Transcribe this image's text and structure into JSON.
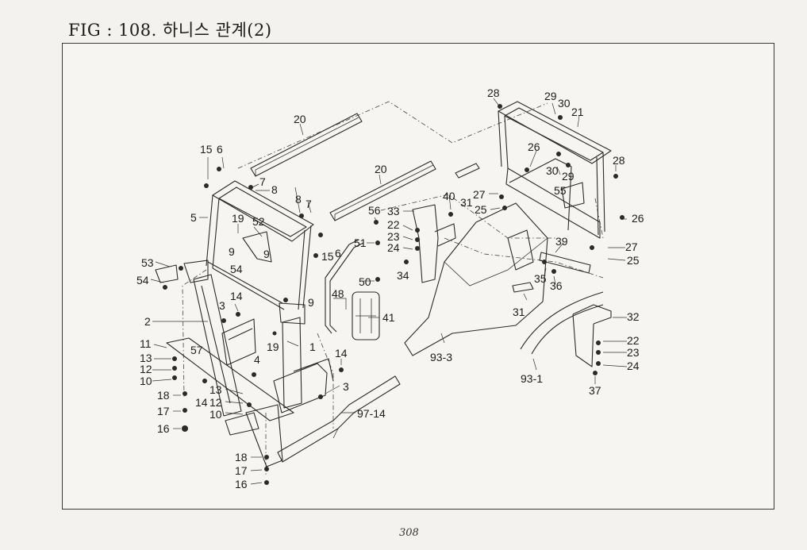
{
  "header": {
    "title": "FIG : 108. 하니스 관계(2)"
  },
  "footer": {
    "page_number": "308"
  },
  "callouts": [
    {
      "id": "c1",
      "text": "20"
    },
    {
      "id": "c2",
      "text": "20"
    },
    {
      "id": "c3",
      "text": "15"
    },
    {
      "id": "c4",
      "text": "6"
    },
    {
      "id": "c5",
      "text": "7"
    },
    {
      "id": "c6",
      "text": "8"
    },
    {
      "id": "c7",
      "text": "8"
    },
    {
      "id": "c8",
      "text": "7"
    },
    {
      "id": "c9",
      "text": "5"
    },
    {
      "id": "c10",
      "text": "19"
    },
    {
      "id": "c11",
      "text": "52"
    },
    {
      "id": "c12",
      "text": "9"
    },
    {
      "id": "c13",
      "text": "9"
    },
    {
      "id": "c14",
      "text": "54"
    },
    {
      "id": "c15",
      "text": "53"
    },
    {
      "id": "c16",
      "text": "54"
    },
    {
      "id": "c17",
      "text": "56"
    },
    {
      "id": "c18",
      "text": "51"
    },
    {
      "id": "c19",
      "text": "15"
    },
    {
      "id": "c20",
      "text": "6"
    },
    {
      "id": "c21",
      "text": "50"
    },
    {
      "id": "c22",
      "text": "48"
    },
    {
      "id": "c23",
      "text": "41"
    },
    {
      "id": "c24",
      "text": "9"
    },
    {
      "id": "c25",
      "text": "14"
    },
    {
      "id": "c26",
      "text": "3"
    },
    {
      "id": "c27",
      "text": "2"
    },
    {
      "id": "c28",
      "text": "11"
    },
    {
      "id": "c29",
      "text": "57"
    },
    {
      "id": "c30",
      "text": "13"
    },
    {
      "id": "c31",
      "text": "12"
    },
    {
      "id": "c32",
      "text": "10"
    },
    {
      "id": "c33",
      "text": "19"
    },
    {
      "id": "c34",
      "text": "1"
    },
    {
      "id": "c35",
      "text": "4"
    },
    {
      "id": "c36",
      "text": "14"
    },
    {
      "id": "c37",
      "text": "3"
    },
    {
      "id": "c38",
      "text": "18"
    },
    {
      "id": "c39",
      "text": "14"
    },
    {
      "id": "c40",
      "text": "13"
    },
    {
      "id": "c41",
      "text": "12"
    },
    {
      "id": "c42",
      "text": "10"
    },
    {
      "id": "c43",
      "text": "17"
    },
    {
      "id": "c44",
      "text": "16"
    },
    {
      "id": "c45",
      "text": "97-14"
    },
    {
      "id": "c46",
      "text": "18"
    },
    {
      "id": "c47",
      "text": "17"
    },
    {
      "id": "c48",
      "text": "16"
    },
    {
      "id": "c49",
      "text": "33"
    },
    {
      "id": "c50",
      "text": "22"
    },
    {
      "id": "c51",
      "text": "23"
    },
    {
      "id": "c52",
      "text": "24"
    },
    {
      "id": "c53",
      "text": "34"
    },
    {
      "id": "c54",
      "text": "40"
    },
    {
      "id": "c55",
      "text": "31"
    },
    {
      "id": "c56",
      "text": "27"
    },
    {
      "id": "c57",
      "text": "25"
    },
    {
      "id": "c58",
      "text": "93-3"
    },
    {
      "id": "c59",
      "text": "28"
    },
    {
      "id": "c60",
      "text": "29"
    },
    {
      "id": "c61",
      "text": "30"
    },
    {
      "id": "c62",
      "text": "21"
    },
    {
      "id": "c63",
      "text": "26"
    },
    {
      "id": "c64",
      "text": "30"
    },
    {
      "id": "c65",
      "text": "29"
    },
    {
      "id": "c66",
      "text": "28"
    },
    {
      "id": "c67",
      "text": "55"
    },
    {
      "id": "c68",
      "text": "26"
    },
    {
      "id": "c69",
      "text": "39"
    },
    {
      "id": "c70",
      "text": "27"
    },
    {
      "id": "c71",
      "text": "25"
    },
    {
      "id": "c72",
      "text": "35"
    },
    {
      "id": "c73",
      "text": "36"
    },
    {
      "id": "c74",
      "text": "31"
    },
    {
      "id": "c75",
      "text": "32"
    },
    {
      "id": "c76",
      "text": "22"
    },
    {
      "id": "c77",
      "text": "23"
    },
    {
      "id": "c78",
      "text": "24"
    },
    {
      "id": "c79",
      "text": "93-1"
    },
    {
      "id": "c80",
      "text": "37"
    }
  ]
}
